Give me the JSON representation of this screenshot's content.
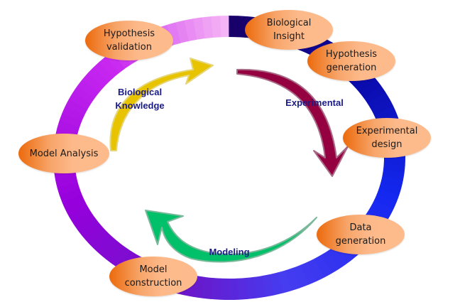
{
  "nodes": {
    "biological_insight": "Biological\nInsight",
    "hypothesis_generation": "Hypothesis\ngeneration",
    "experimental_design": "Experimental\ndesign",
    "data_generation": "Data\ngeneration",
    "model_construction": "Model\nconstruction",
    "model_analysis": "Model Analysis",
    "hypothesis_validation": "Hypothesis\nvalidation"
  },
  "arrows": {
    "biological_knowledge": "Biological\nKnowledge",
    "experimental": "Experimental",
    "modeling": "Modeling"
  },
  "colors": {
    "node_orange": "#ec6a0c",
    "label_navy": "#1b1b86",
    "arrow_yellow": "#e8c400",
    "arrow_maroon": "#940040",
    "arrow_green": "#00c06a"
  }
}
